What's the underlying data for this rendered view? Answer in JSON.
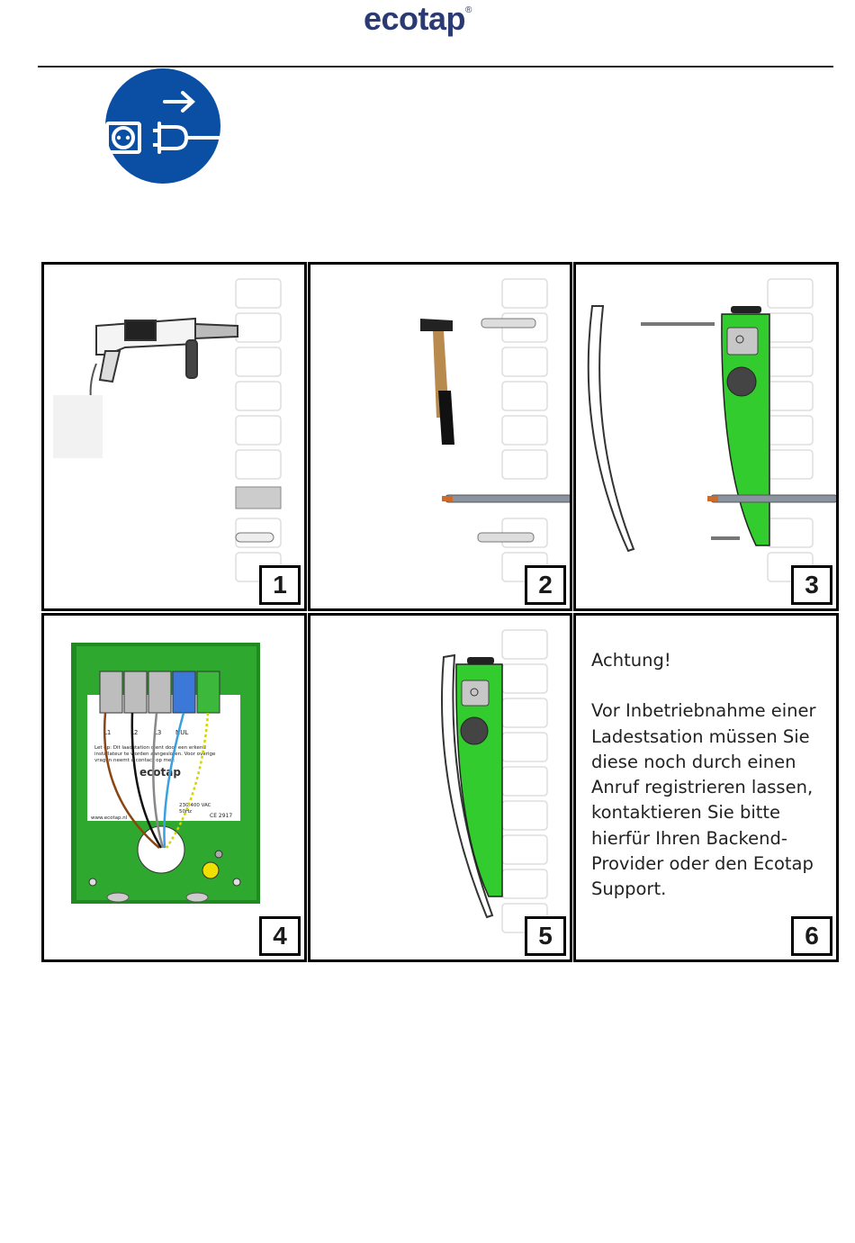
{
  "header": {
    "logo_text": "ecotap",
    "logo_mark": "®"
  },
  "symbol": {
    "icon": "disconnect-mains-plug-icon",
    "color": "#0a4fa3"
  },
  "steps": [
    {
      "number": "1",
      "icon": "drill-icon"
    },
    {
      "number": "2",
      "icon": "hammer-icon"
    },
    {
      "number": "3",
      "icon": "mount-housing-icon"
    },
    {
      "number": "4",
      "icon": "wiring-terminal-icon"
    },
    {
      "number": "5",
      "icon": "mounted-charger-icon"
    },
    {
      "number": "6"
    }
  ],
  "wiring_labels": {
    "terminals": [
      "L1",
      "L2",
      "L3",
      "NUL"
    ],
    "label_lines": [
      "Let op: Dit laadstation dient door een erkend",
      "installateur te worden aangesloten. Voor overige",
      "vragen neemt u contact op met:",
      "ecotap",
      "www.ecotap.nl",
      "230/400 VAC",
      "50Hz",
      "CE 2917"
    ]
  },
  "note": {
    "heading": "Achtung!",
    "body": "Vor Inbetriebnahme einer Ladestsation müssen Sie diese noch durch einen Anruf registrieren lassen, kontaktieren Sie bitte hierfür Ihren Backend-Provider oder den Ecotap Support."
  },
  "colors": {
    "charger_green": "#33cc2e",
    "logo_navy": "#2b3a73",
    "logo_green": "#3bb54a"
  }
}
